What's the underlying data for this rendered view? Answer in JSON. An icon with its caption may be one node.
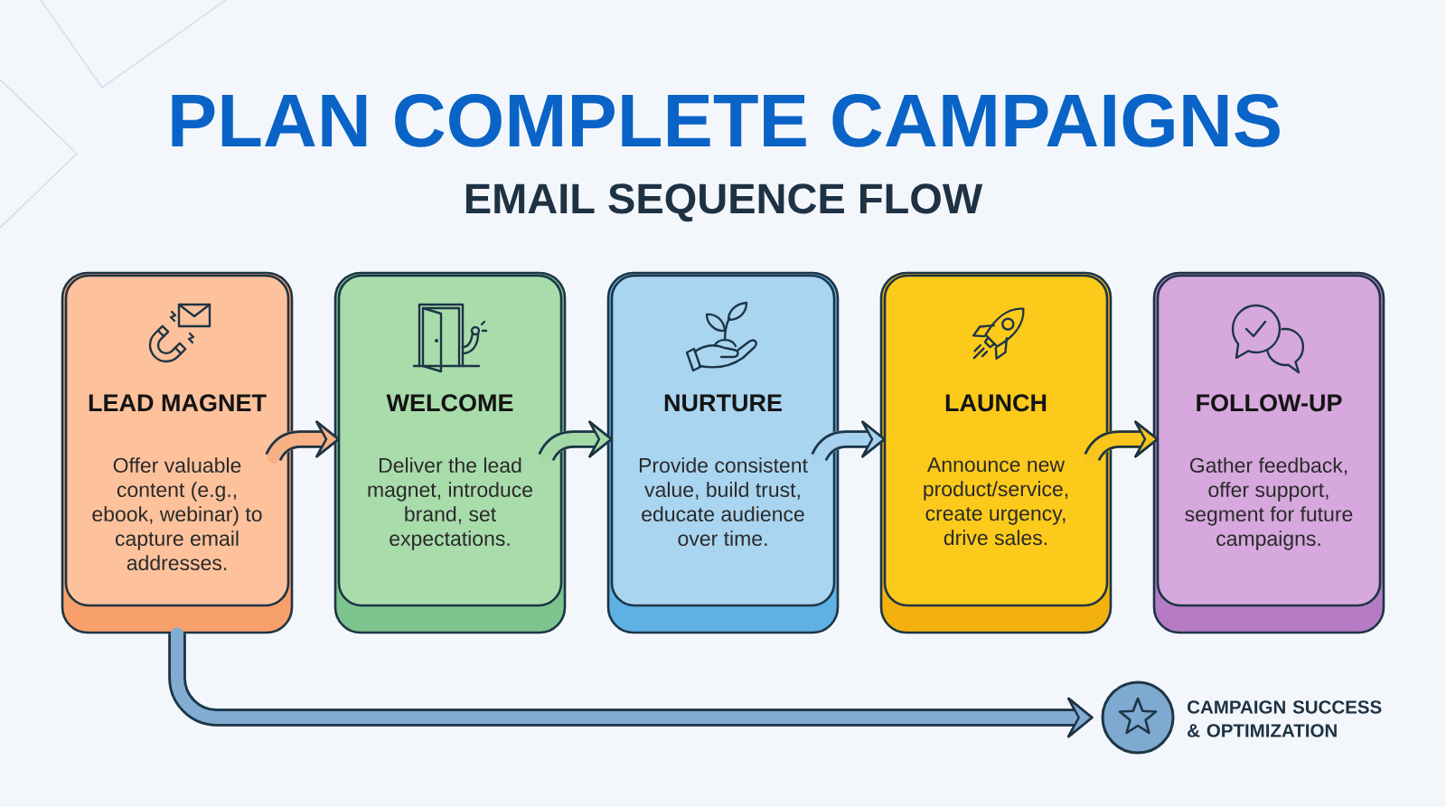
{
  "diagram": {
    "title": "PLAN COMPLETE CAMPAIGNS",
    "nodes": [
      {
        "text": [
          "LEAD MAGNET",
          "Offer valuable content (e.g., ebook, webinar) to capture email addresses."
        ]
      },
      {
        "text": [
          "WELCOME",
          "Deliver the lead magnet, introduce brand, set expectations."
        ]
      },
      {
        "text": [
          "NURTURE",
          "Provide consistent value, build trust, educate audience over time."
        ]
      },
      {
        "text": [
          "LAUNCH",
          "Announce new product/service, create urgency, drive sales."
        ]
      },
      {
        "text": [
          "FOLLOW-UP",
          "Gather feedback, offer support, segment for future campaigns."
        ]
      },
      {
        "text": [],
        "shape": "circle",
        "beside": [
          "CAMPAIGN SUCCESS & OPTIMIZATION"
        ]
      }
    ],
    "edges": [
      {
        "from": 0,
        "to": 1,
        "arrow": "to",
        "color": "#f8b184"
      },
      {
        "from": 1,
        "to": 2,
        "arrow": "to",
        "color": "#a3d9a7"
      },
      {
        "from": 2,
        "to": 3,
        "arrow": "to",
        "color": "#a6d1ef"
      },
      {
        "from": 3,
        "to": 4,
        "arrow": "to",
        "color": "#f9c51c"
      },
      {
        "from": 0,
        "to": 5,
        "arrow": "to",
        "color": "#83acd3"
      }
    ],
    "labels": [
      "EMAIL SEQUENCE FLOW"
    ]
  }
}
